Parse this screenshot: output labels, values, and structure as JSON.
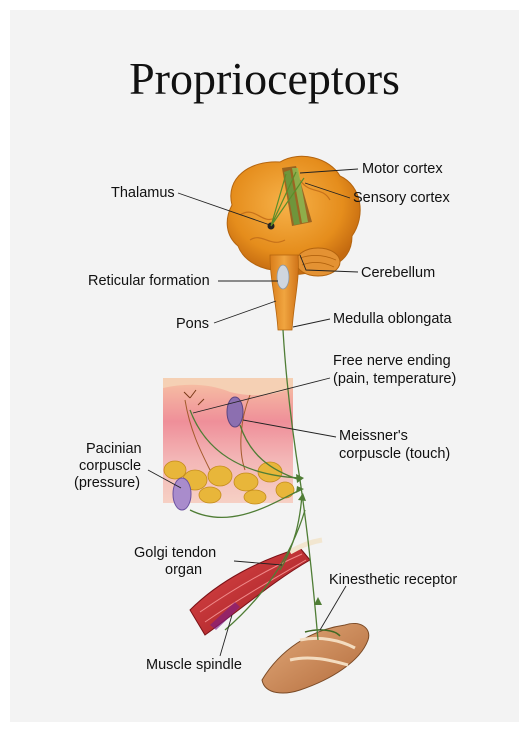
{
  "title": "Proprioceptors",
  "labels": {
    "motor_cortex": "Motor cortex",
    "sensory_cortex": "Sensory cortex",
    "thalamus": "Thalamus",
    "reticular_formation": "Reticular formation",
    "cerebellum": "Cerebellum",
    "pons": "Pons",
    "medulla_oblongata": "Medulla oblongata",
    "free_nerve_ending_1": "Free nerve ending",
    "free_nerve_ending_2": "(pain, temperature)",
    "meissner_1": "Meissner's",
    "meissner_2": "corpuscle (touch)",
    "pacinian_1": "Pacinian",
    "pacinian_2": "corpuscle",
    "pacinian_3": "(pressure)",
    "golgi_1": "Golgi tendon",
    "golgi_2": "organ",
    "kinesthetic": "Kinesthetic receptor",
    "muscle_spindle": "Muscle spindle"
  },
  "colors": {
    "brain": "#e9931f",
    "nerve": "#4f7d35",
    "skin": "#f1a7a6",
    "fat": "#e8b63a",
    "muscle": "#c8282c"
  }
}
